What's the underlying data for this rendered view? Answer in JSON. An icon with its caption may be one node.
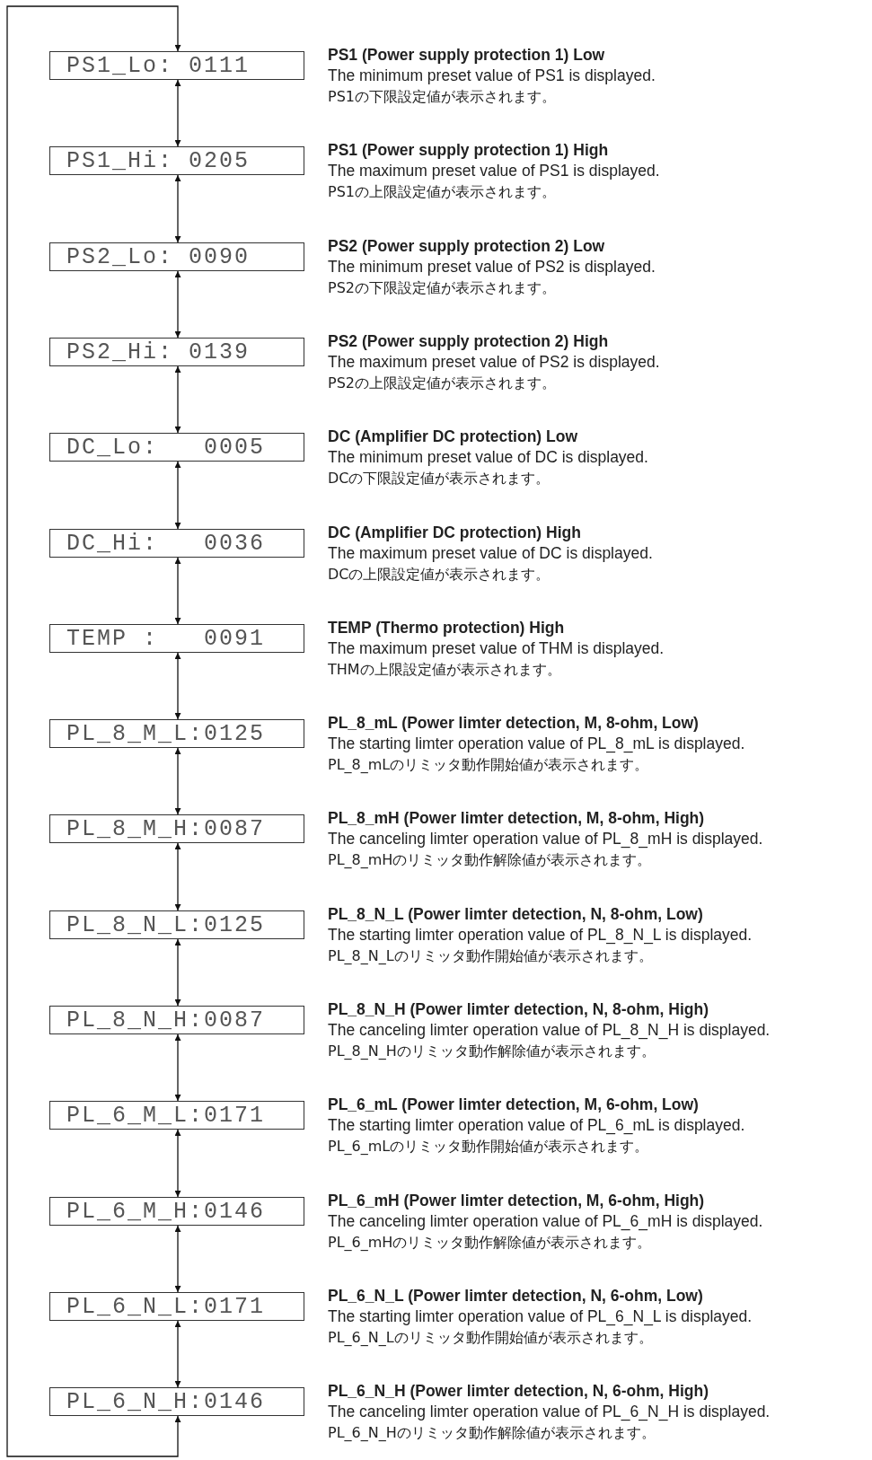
{
  "diagram": {
    "nodes": [
      {
        "text": [
          "PS1_Lo: 0111"
        ],
        "beside": [
          "PS1 (Power supply protection 1) Low",
          "The minimum preset value of PS1 is displayed.",
          "PS1の下限設定値が表示されます。"
        ]
      },
      {
        "text": [
          "PS1_Hi: 0205"
        ],
        "beside": [
          "PS1 (Power supply protection 1) High",
          "The maximum preset value of PS1 is displayed.",
          "PS1の上限設定値が表示されます。"
        ]
      },
      {
        "text": [
          "PS2_Lo: 0090"
        ],
        "beside": [
          "PS2 (Power supply protection 2) Low",
          "The minimum preset value of PS2 is displayed.",
          "PS2の下限設定値が表示されます。"
        ]
      },
      {
        "text": [
          "PS2_Hi: 0139"
        ],
        "beside": [
          "PS2 (Power supply protection 2) High",
          "The maximum preset value of PS2 is displayed.",
          "PS2の上限設定値が表示されます。"
        ]
      },
      {
        "text": [
          "DC_Lo:   0005"
        ],
        "beside": [
          "DC (Amplifier DC protection) Low",
          "The minimum preset value of DC is displayed.",
          "DCの下限設定値が表示されます。"
        ]
      },
      {
        "text": [
          "DC_Hi:   0036"
        ],
        "beside": [
          "DC (Amplifier DC protection) High",
          "The maximum preset value of DC is displayed.",
          "DCの上限設定値が表示されます。"
        ]
      },
      {
        "text": [
          "TEMP :   0091"
        ],
        "beside": [
          "TEMP (Thermo protection) High",
          "The maximum preset value of THM is displayed.",
          "THMの上限設定値が表示されます。"
        ]
      },
      {
        "text": [
          "PL_8_M_L:0125"
        ],
        "beside": [
          "PL_8_mL (Power limter detection, M, 8-ohm, Low)",
          "The starting limter operation value of PL_8_mL is displayed.",
          "PL_8_mLのリミッタ動作開始値が表示されます。"
        ]
      },
      {
        "text": [
          "PL_8_M_H:0087"
        ],
        "beside": [
          "PL_8_mH (Power limter detection, M, 8-ohm, High)",
          "The canceling limter operation value of PL_8_mH is displayed.",
          "PL_8_mHのリミッタ動作解除値が表示されます。"
        ]
      },
      {
        "text": [
          "PL_8_N_L:0125"
        ],
        "beside": [
          "PL_8_N_L (Power limter detection, N, 8-ohm, Low)",
          "The starting limter operation value of PL_8_N_L is displayed.",
          "PL_8_N_Lのリミッタ動作開始値が表示されます。"
        ]
      },
      {
        "text": [
          "PL_8_N_H:0087"
        ],
        "beside": [
          "PL_8_N_H (Power limter detection, N, 8-ohm, High)",
          "The canceling limter operation value of PL_8_N_H is displayed.",
          "PL_8_N_Hのリミッタ動作解除値が表示されます。"
        ]
      },
      {
        "text": [
          "PL_6_M_L:0171"
        ],
        "beside": [
          "PL_6_mL (Power limter detection, M, 6-ohm, Low)",
          "The starting limter operation value of PL_6_mL is displayed.",
          "PL_6_mLのリミッタ動作開始値が表示されます。"
        ]
      },
      {
        "text": [
          "PL_6_M_H:0146"
        ],
        "beside": [
          "PL_6_mH (Power limter detection, M, 6-ohm, High)",
          "The canceling limter operation value of PL_6_mH is displayed.",
          "PL_6_mHのリミッタ動作解除値が表示されます。"
        ]
      },
      {
        "text": [
          "PL_6_N_L:0171"
        ],
        "beside": [
          "PL_6_N_L (Power limter detection, N, 6-ohm, Low)",
          "The starting limter operation value of PL_6_N_L is displayed.",
          "PL_6_N_Lのリミッタ動作開始値が表示されます。"
        ]
      },
      {
        "text": [
          "PL_6_N_H:0146"
        ],
        "beside": [
          "PL_6_N_H (Power limter detection, N, 6-ohm, High)",
          "The canceling limter operation value of PL_6_N_H is displayed.",
          "PL_6_N_Hのリミッタ動作解除値が表示されます。"
        ]
      }
    ],
    "edges": [
      {
        "from": 0,
        "to": 1,
        "arrow": "both"
      },
      {
        "from": 1,
        "to": 2,
        "arrow": "both"
      },
      {
        "from": 2,
        "to": 3,
        "arrow": "both"
      },
      {
        "from": 3,
        "to": 4,
        "arrow": "both"
      },
      {
        "from": 4,
        "to": 5,
        "arrow": "both"
      },
      {
        "from": 5,
        "to": 6,
        "arrow": "both"
      },
      {
        "from": 6,
        "to": 7,
        "arrow": "both"
      },
      {
        "from": 7,
        "to": 8,
        "arrow": "both"
      },
      {
        "from": 8,
        "to": 9,
        "arrow": "both"
      },
      {
        "from": 9,
        "to": 10,
        "arrow": "both"
      },
      {
        "from": 10,
        "to": 11,
        "arrow": "both"
      },
      {
        "from": 11,
        "to": 12,
        "arrow": "both"
      },
      {
        "from": 12,
        "to": 13,
        "arrow": "both"
      },
      {
        "from": 13,
        "to": 14,
        "arrow": "both"
      },
      {
        "from": 14,
        "to": 0,
        "arrow": "both"
      }
    ]
  }
}
